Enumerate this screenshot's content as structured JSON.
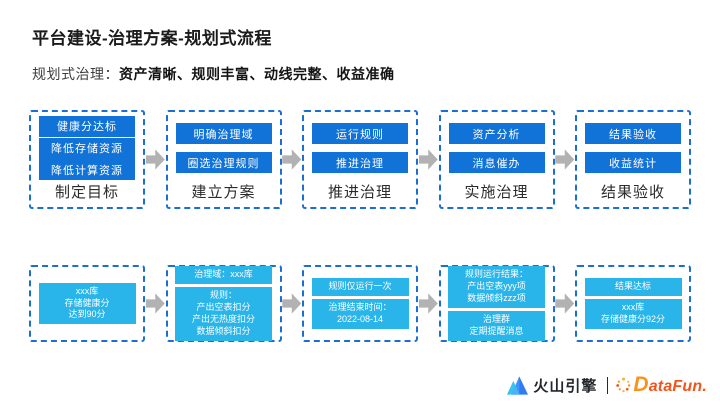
{
  "page": {
    "title": "平台建设-治理方案-规划式流程",
    "subtitle_prefix": "规划式治理：",
    "subtitle_bold": "资产清晰、规则丰富、动线完整、收益准确"
  },
  "colors": {
    "primary_blue": "#1173d8",
    "dashed_border_blue": "#1b6fd3",
    "detail_cyan": "#29b5ea",
    "arrow_gray": "#b2b2b2",
    "datafun_orange": "#f2541b"
  },
  "top_row": {
    "stages": [
      {
        "label": "制定目标",
        "items": [
          "健康分达标",
          "降低存储资源",
          "降低计算资源"
        ]
      },
      {
        "label": "建立方案",
        "items": [
          "明确治理域",
          "圈选治理规则"
        ]
      },
      {
        "label": "推进治理",
        "items": [
          "运行规则",
          "推进治理"
        ]
      },
      {
        "label": "实施治理",
        "items": [
          "资产分析",
          "消息催办"
        ]
      },
      {
        "label": "结果验收",
        "items": [
          "结果验收",
          "收益统计"
        ]
      }
    ]
  },
  "bottom_row": {
    "stages": [
      {
        "cards": [
          [
            "xxx库",
            "存储健康分",
            "达到90分"
          ]
        ]
      },
      {
        "cards": [
          [
            "治理域：xxx库"
          ],
          [
            "规则：",
            "产出空表扣分",
            "产出无热度扣分",
            "数据倾斜扣分"
          ]
        ]
      },
      {
        "cards": [
          [
            "规则仅运行一次"
          ],
          [
            "治理结束时间：",
            "2022-08-14"
          ]
        ]
      },
      {
        "cards": [
          [
            "规则运行结果：",
            "产出空表yyy项",
            "数据倾斜zzz项"
          ],
          [
            "治理群",
            "定期提醒消息"
          ]
        ]
      },
      {
        "cards": [
          [
            "结果达标"
          ],
          [
            "xxx库",
            "存储健康分92分"
          ]
        ]
      }
    ]
  },
  "footer": {
    "volcengine_label": "火山引擎",
    "datafun_label": "DataFun."
  }
}
